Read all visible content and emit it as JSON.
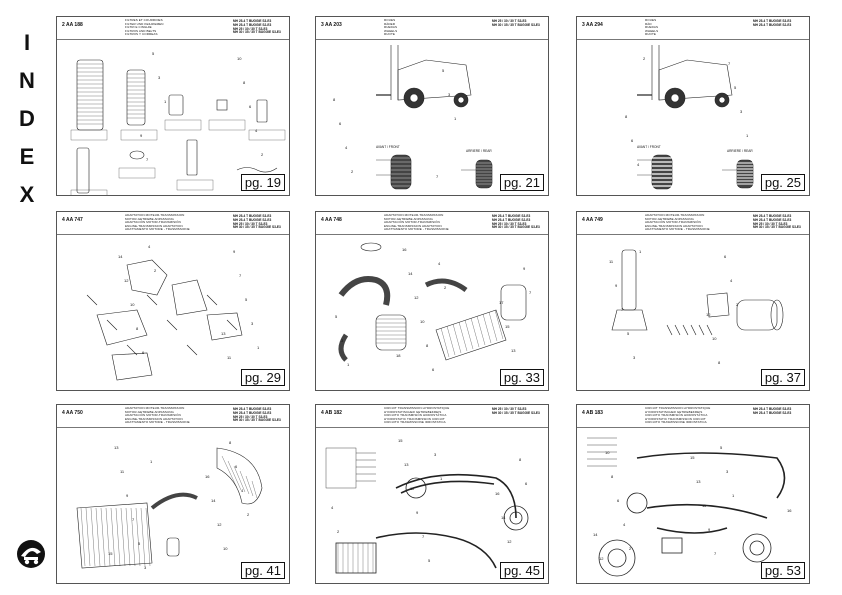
{
  "index": {
    "letters": [
      "I",
      "N",
      "D",
      "E",
      "X"
    ]
  },
  "cards": [
    {
      "code": "2 AA 188",
      "titles": [
        "FILTRES ET COURROIES",
        "FILTER UND KEILRIEMEN",
        "FILTRI E CINGHIE",
        "FILTROS AND BELTS",
        "FILTROS Y CORREAS"
      ],
      "models": [
        "MH 25-4 T BUGGIE S3-E3",
        "MH 25-4 T BUGGIE S2-E3",
        "MH 25 / 30 / 30 T S3-E3",
        "MH 30 / 35 / 35 T BUGGIE S3-E3"
      ],
      "page": "pg. 19",
      "labels": [
        "1",
        "2",
        "3",
        "4",
        "5",
        "6",
        "7",
        "8",
        "9",
        "10"
      ]
    },
    {
      "code": "3 AA 203",
      "titles": [
        "ROUES",
        "RÄDER",
        "RUEDAS",
        "WHEELS",
        "RUOTE"
      ],
      "models": [
        "MH 25 / 30 / 30 T S3-E3",
        "MH 30 / 35 / 35 T BUGGIE S3-E3"
      ],
      "page": "pg. 21",
      "labels": [
        "1",
        "2",
        "3",
        "4",
        "5",
        "6",
        "7",
        "8"
      ],
      "captions": [
        "AVANT / FRONT",
        "ARRIERE / REAR"
      ]
    },
    {
      "code": "3 AA 294",
      "titles": [
        "ROUES",
        "RÄD",
        "RUEDAS",
        "WHEELS",
        "RUOTE"
      ],
      "models": [
        "MH 25-4 T BUGGIE S3-E3",
        "MH 25-4 T BUGGIE S2-E3"
      ],
      "page": "pg. 25",
      "labels": [
        "1",
        "2",
        "3",
        "4",
        "5",
        "6",
        "7",
        "8"
      ],
      "captions": [
        "AVANT / FRONT",
        "ARRIERE / REAR"
      ]
    },
    {
      "code": "4 AA 747",
      "titles": [
        "ADAPTATION MOTEUR-TRANSMISSION",
        "MOTOR-GETRIEBE ANPASSUNG",
        "ADAPTACIÓN MOTOR-TRANSMISIÓN",
        "ENGINE-TRANSMISSION ADAPTATION",
        "ADATTAMENTO MOTORE - TRASMISSIONE"
      ],
      "models": [
        "MH 25-4 T BUGGIE S3-E3",
        "MH 25-4 T BUGGIE S2-E3",
        "MH 25 / 30 / 30 T S3-E3",
        "MH 30 / 35 / 35 T BUGGIE S3-E3"
      ],
      "page": "pg. 29",
      "labels": [
        "1",
        "2",
        "3",
        "4",
        "5",
        "6",
        "7",
        "8",
        "9",
        "10",
        "11",
        "12",
        "13",
        "14"
      ]
    },
    {
      "code": "4 AA 748",
      "titles": [
        "ADAPTATION MOTEUR-TRANSMISSION",
        "MOTOR-GETRIEBE ANPASSUNG",
        "ADAPTACIÓN MOTOR-TRANSMISIÓN",
        "ENGINE-TRANSMISSION ADAPTATION",
        "ADATTAMENTO MOTORE - TRASMISSIONE"
      ],
      "models": [
        "MH 25-4 T BUGGIE S3-E3",
        "MH 25-4 T BUGGIE S2-E3",
        "MH 25 / 30 / 30 T S3-E3",
        "MH 30 / 35 / 35 T BUGGIE S3-E3"
      ],
      "page": "pg. 33",
      "labels": [
        "1",
        "2",
        "3",
        "4",
        "5",
        "6",
        "7",
        "8",
        "9",
        "10",
        "11",
        "12",
        "13",
        "14",
        "15",
        "16",
        "17",
        "18"
      ]
    },
    {
      "code": "4 AA 749",
      "titles": [
        "ADAPTATION MOTEUR-TRANSMISSION",
        "MOTOR-GETRIEBE ANPASSUNG",
        "ADAPTACIÓN MOTOR-TRANSMISIÓN",
        "ENGINE-TRANSMISSION ADAPTATION",
        "ADATTAMENTO MOTORE - TRASMISSIONE"
      ],
      "models": [
        "MH 25-4 T BUGGIE S3-E3",
        "MH 25-4 T BUGGIE S2-E3",
        "MH 25 / 30 / 30 T S3-E3",
        "MH 30 / 35 / 35 T BUGGIE S3-E3"
      ],
      "page": "pg. 37",
      "labels": [
        "1",
        "2",
        "3",
        "4",
        "5",
        "6",
        "7",
        "8",
        "9",
        "10",
        "11",
        "12"
      ]
    },
    {
      "code": "4 AA 750",
      "titles": [
        "ADAPTATION MOTEUR-TRANSMISSION",
        "MOTOR-GETRIEBE ANPASSUNG",
        "ADAPTACIÓN MOTOR-TRANSMISIÓN",
        "ENGINE-TRANSMISSION ADAPTATION",
        "ADATTAMENTO MOTORE - TRASMISSIONE"
      ],
      "models": [
        "MH 25-4 T BUGGIE S3-E3",
        "MH 25-4 T BUGGIE S2-E3",
        "MH 25 / 30 / 30 T S3-E3",
        "MH 30 / 35 / 35 T BUGGIE S3-E3"
      ],
      "page": "pg. 41",
      "labels": [
        "1",
        "2",
        "3",
        "4",
        "5",
        "6",
        "7",
        "8",
        "9",
        "10",
        "11",
        "12",
        "13",
        "14",
        "15",
        "16"
      ]
    },
    {
      "code": "4 AB 182",
      "titles": [
        "CIRCUIT TRANSMISSION HYDROSTATIQUE",
        "HYDROSTATISCHER GETRIEBEKREIS",
        "CIRCUITO TRANSMISIÓN HIDROSTÁTICA",
        "HYDROSTATIC TRANSMISSION CIRCUIT",
        "CIRCUITO TRASMISSIONE IDROSTATICA"
      ],
      "models": [
        "MH 25 / 30 / 30 T S3-E3",
        "MH 30 / 35 / 35 T BUGGIE S3-E3"
      ],
      "page": "pg. 45",
      "labels": [
        "1",
        "2",
        "3",
        "4",
        "5",
        "6",
        "7",
        "8",
        "9",
        "10",
        "11",
        "12",
        "13",
        "14",
        "15",
        "16"
      ]
    },
    {
      "code": "4 AB 183",
      "titles": [
        "CIRCUIT TRANSMISSION HYDROSTATIQUE",
        "HYDROSTATISCHER GETRIEBEKREIS",
        "CIRCUITO TRANSMISIÓN HIDROSTÁTICA",
        "HYDROSTATIC TRANSMISSION CIRCUIT",
        "CIRCUITO TRASMISSIONE IDROSTATICA"
      ],
      "models": [
        "MH 25-4 T BUGGIE S3-E3",
        "MH 25-4 T BUGGIE S2-E3"
      ],
      "page": "pg. 53",
      "labels": [
        "1",
        "2",
        "3",
        "4",
        "5",
        "6",
        "7",
        "8",
        "9",
        "10",
        "11",
        "12",
        "13",
        "14",
        "15",
        "16"
      ]
    }
  ]
}
